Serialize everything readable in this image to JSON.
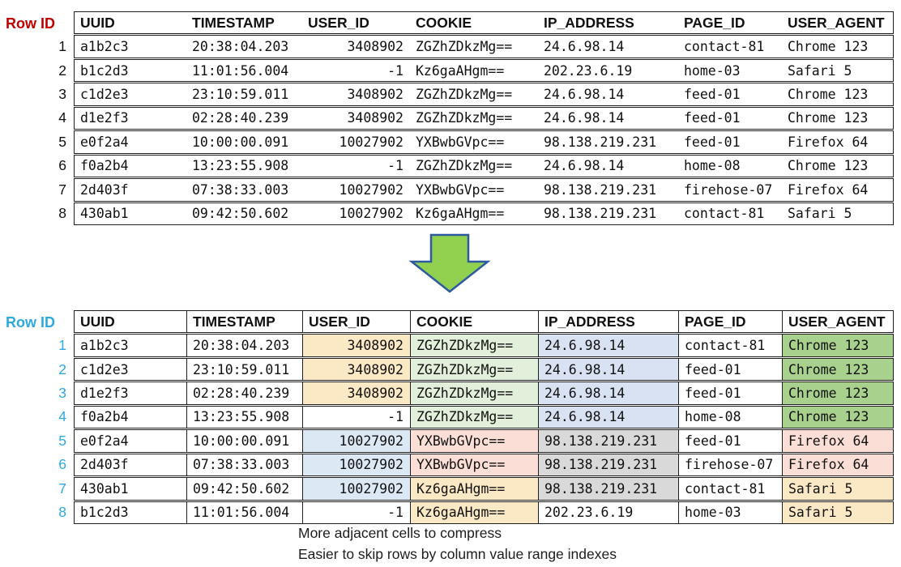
{
  "row_id_label": "Row ID",
  "columns": [
    "UUID",
    "TIMESTAMP",
    "USER_ID",
    "COOKIE",
    "IP_ADDRESS",
    "PAGE_ID",
    "USER_AGENT"
  ],
  "palette": {
    "row_id_red": "#C00000",
    "row_id_blue": "#2DA9E1",
    "yellow": "#FBE9C5",
    "green_light": "#E2EFDA",
    "green": "#A9D18E",
    "blue_light": "#DCE9F5",
    "lavender": "#D9E2F3",
    "pink": "#FBDFD6",
    "gray": "#D9D9D9",
    "border": "#1F1F1F",
    "arrow_fill": "#92D050",
    "arrow_stroke": "#2E5AA0"
  },
  "top": {
    "rows": [
      {
        "id": "1",
        "cells": [
          "a1b2c3",
          "20:38:04.203",
          "3408902",
          "ZGZhZDkzMg==",
          "24.6.98.14",
          "contact-81",
          "Chrome 123"
        ]
      },
      {
        "id": "2",
        "cells": [
          "b1c2d3",
          "11:01:56.004",
          "-1",
          "Kz6gaAHgm==",
          "202.23.6.19",
          "home-03",
          "Safari 5"
        ]
      },
      {
        "id": "3",
        "cells": [
          "c1d2e3",
          "23:10:59.011",
          "3408902",
          "ZGZhZDkzMg==",
          "24.6.98.14",
          "feed-01",
          "Chrome 123"
        ]
      },
      {
        "id": "4",
        "cells": [
          "d1e2f3",
          "02:28:40.239",
          "3408902",
          "ZGZhZDkzMg==",
          "24.6.98.14",
          "feed-01",
          "Chrome 123"
        ]
      },
      {
        "id": "5",
        "cells": [
          "e0f2a4",
          "10:00:00.091",
          "10027902",
          "YXBwbGVpc==",
          "98.138.219.231",
          "feed-01",
          "Firefox 64"
        ]
      },
      {
        "id": "6",
        "cells": [
          "f0a2b4",
          "13:23:55.908",
          "-1",
          "ZGZhZDkzMg==",
          "24.6.98.14",
          "home-08",
          "Chrome 123"
        ]
      },
      {
        "id": "7",
        "cells": [
          "2d403f",
          "07:38:33.003",
          "10027902",
          "YXBwbGVpc==",
          "98.138.219.231",
          "firehose-07",
          "Firefox 64"
        ]
      },
      {
        "id": "8",
        "cells": [
          "430ab1",
          "09:42:50.602",
          "10027902",
          "Kz6gaAHgm==",
          "98.138.219.231",
          "contact-81",
          "Safari 5"
        ]
      }
    ]
  },
  "bottom": {
    "rows": [
      {
        "id": "1",
        "cells": [
          "a1b2c3",
          "20:38:04.203",
          "3408902",
          "ZGZhZDkzMg==",
          "24.6.98.14",
          "contact-81",
          "Chrome 123"
        ],
        "fills": [
          "",
          "",
          "yellow",
          "green_light",
          "lavender",
          "",
          "green"
        ]
      },
      {
        "id": "2",
        "cells": [
          "c1d2e3",
          "23:10:59.011",
          "3408902",
          "ZGZhZDkzMg==",
          "24.6.98.14",
          "feed-01",
          "Chrome 123"
        ],
        "fills": [
          "",
          "",
          "yellow",
          "green_light",
          "lavender",
          "",
          "green"
        ]
      },
      {
        "id": "3",
        "cells": [
          "d1e2f3",
          "02:28:40.239",
          "3408902",
          "ZGZhZDkzMg==",
          "24.6.98.14",
          "feed-01",
          "Chrome 123"
        ],
        "fills": [
          "",
          "",
          "yellow",
          "green_light",
          "lavender",
          "",
          "green"
        ]
      },
      {
        "id": "4",
        "cells": [
          "f0a2b4",
          "13:23:55.908",
          "-1",
          "ZGZhZDkzMg==",
          "24.6.98.14",
          "home-08",
          "Chrome 123"
        ],
        "fills": [
          "",
          "",
          "",
          "green_light",
          "lavender",
          "",
          "green"
        ]
      },
      {
        "id": "5",
        "cells": [
          "e0f2a4",
          "10:00:00.091",
          "10027902",
          "YXBwbGVpc==",
          "98.138.219.231",
          "feed-01",
          "Firefox 64"
        ],
        "fills": [
          "",
          "",
          "blue_light",
          "pink",
          "gray",
          "",
          "pink"
        ]
      },
      {
        "id": "6",
        "cells": [
          "2d403f",
          "07:38:33.003",
          "10027902",
          "YXBwbGVpc==",
          "98.138.219.231",
          "firehose-07",
          "Firefox 64"
        ],
        "fills": [
          "",
          "",
          "blue_light",
          "pink",
          "gray",
          "",
          "pink"
        ]
      },
      {
        "id": "7",
        "cells": [
          "430ab1",
          "09:42:50.602",
          "10027902",
          "Kz6gaAHgm==",
          "98.138.219.231",
          "contact-81",
          "Safari 5"
        ],
        "fills": [
          "",
          "",
          "blue_light",
          "yellow",
          "gray",
          "",
          "yellow"
        ]
      },
      {
        "id": "8",
        "cells": [
          "b1c2d3",
          "11:01:56.004",
          "-1",
          "Kz6gaAHgm==",
          "202.23.6.19",
          "home-03",
          "Safari 5"
        ],
        "fills": [
          "",
          "",
          "",
          "yellow",
          "",
          "",
          "yellow"
        ]
      }
    ]
  },
  "captions": {
    "line1": "More adjacent cells to compress",
    "line2": "Easier to skip rows by column value range indexes"
  }
}
